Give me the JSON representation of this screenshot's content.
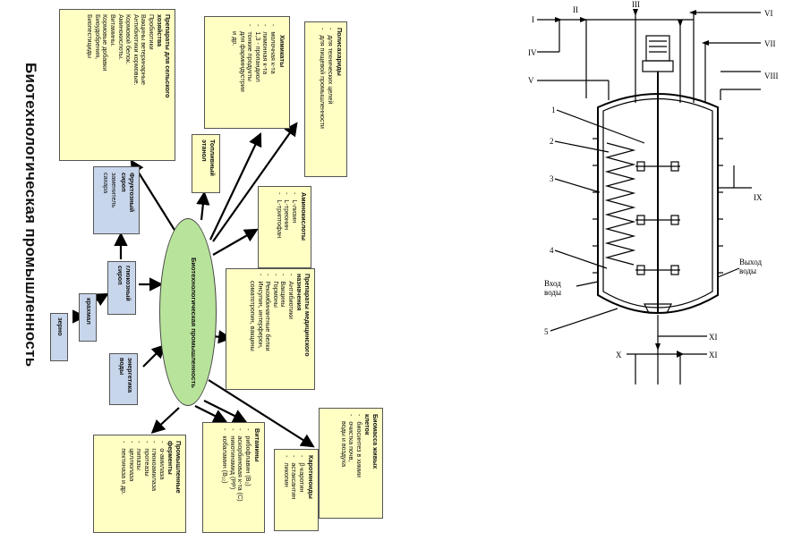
{
  "title": "Биотехнологическая промышленность",
  "center": "Биотехнологическая промышленность",
  "boxes": {
    "zerno": "зерно",
    "krakhmal": "крахмал",
    "energy": "энергетика\nводы",
    "glucose": "глюкозный\nсироп",
    "fructose_title": "Фруктозный\nсироп",
    "fructose_body": "заменитель\nсахара",
    "agri_title": "Препараты для сельского\nхозяйства",
    "agri_items": "Пробиотики\nВакцины ветеринарные\nАнтибиотики кормовые.\nКормовой белок.\nАминокислоты.\nВитамины.\nКормовые добавки\nБиоудобрения,\nБиопестициды",
    "ethanol": "Топливный\nэтанол",
    "chem_title": "Химикаты",
    "chem_items": "-   молочная к-та\n-   лимонная к-та\n-   1,3 - пропандиол\n-   тонкие продукты\n    для фарминдустрии\n    и др.",
    "poly_title": "Полисахариды",
    "poly_items": "-   для технических целей\n-   для пищевой промышленности",
    "amino_title": "Аминокислоты",
    "amino_items": "-   L-лизин\n-   L-треонин\n-   L-триптофан",
    "med_title": "Препараты медицинского\nназначения",
    "med_items": "-   Антибиотики\n-   Вакцины\n-   Гормоны\n-   Рекомбинантные белки\n-   Инсулин, интерферон,\n    соматотропин, вакцины",
    "enz_title": "Промышленные\nферменты",
    "enz_items": "-   α-амилаза\n-   глюкоамилаза\n-   протеазы\n-   липазы\n-   целлюлаза\n-   пектиназа и др.",
    "vit_title": "Витамины",
    "vit_items": "-   рибофлавин (B₂)\n-   аскорбиновая к-та (C)\n-   никотинамид (PP)\n-   кобаламин (B₁₂)",
    "carot_title": "Каротиноиды",
    "carot_items": "-   β-каротин\n-   астаксантин\n-   ликопин",
    "bio_title": "Биомасса живых\nклеток",
    "bio_items": "-   биосинтез в химии\n-   очистка почв,\n    воды и воздуха"
  },
  "reactor": {
    "labels": [
      "I",
      "II",
      "III",
      "VI",
      "IV",
      "VII",
      "VIII",
      "V",
      "IX",
      "X",
      "XI",
      "1",
      "2",
      "3",
      "4",
      "5"
    ],
    "water_in": "Вход\nводы",
    "water_out": "Выход\nводы"
  }
}
